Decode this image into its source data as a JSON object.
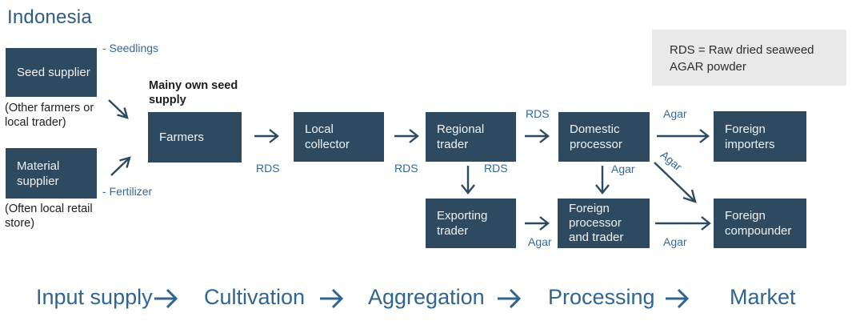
{
  "title": "Indonesia",
  "legend": {
    "line1": "RDS = Raw dried seaweed",
    "line2": "AGAR powder"
  },
  "nodes": {
    "seed_supplier": "Seed supplier",
    "material_supplier": "Material supplier",
    "farmers": "Farmers",
    "local_collector": "Local collector",
    "regional_trader": "Regional trader",
    "domestic_processor": "Domestic processor",
    "foreign_importers": "Foreign importers",
    "exporting_trader": "Exporting trader",
    "foreign_processor_trader": "Foreign processor and trader",
    "foreign_compounder": "Foreign compounder"
  },
  "notes": {
    "seed_supplier_note": "(Other farmers or local trader)",
    "material_supplier_note": "(Often local retail store)",
    "own_seed_note": "Mainy own seed supply"
  },
  "flow_labels": {
    "seedlings": "- Seedlings",
    "fertilizer": "- Fertilizer",
    "rds": "RDS",
    "agar": "Agar"
  },
  "stages": [
    {
      "label": "Input supply"
    },
    {
      "label": "Cultivation"
    },
    {
      "label": "Aggregation"
    },
    {
      "label": "Processing"
    },
    {
      "label": "Market"
    }
  ],
  "colors": {
    "node_fill": "#2d4a60",
    "node_text": "#f2f3f4",
    "flow_label": "#34699a",
    "arrow": "#2d4a60",
    "stage_text": "#2f6590",
    "title_text": "#2d5c80",
    "note_text": "#1e1e1e",
    "legend_bg": "#e9e9e9",
    "legend_text": "#2d2d2d"
  }
}
